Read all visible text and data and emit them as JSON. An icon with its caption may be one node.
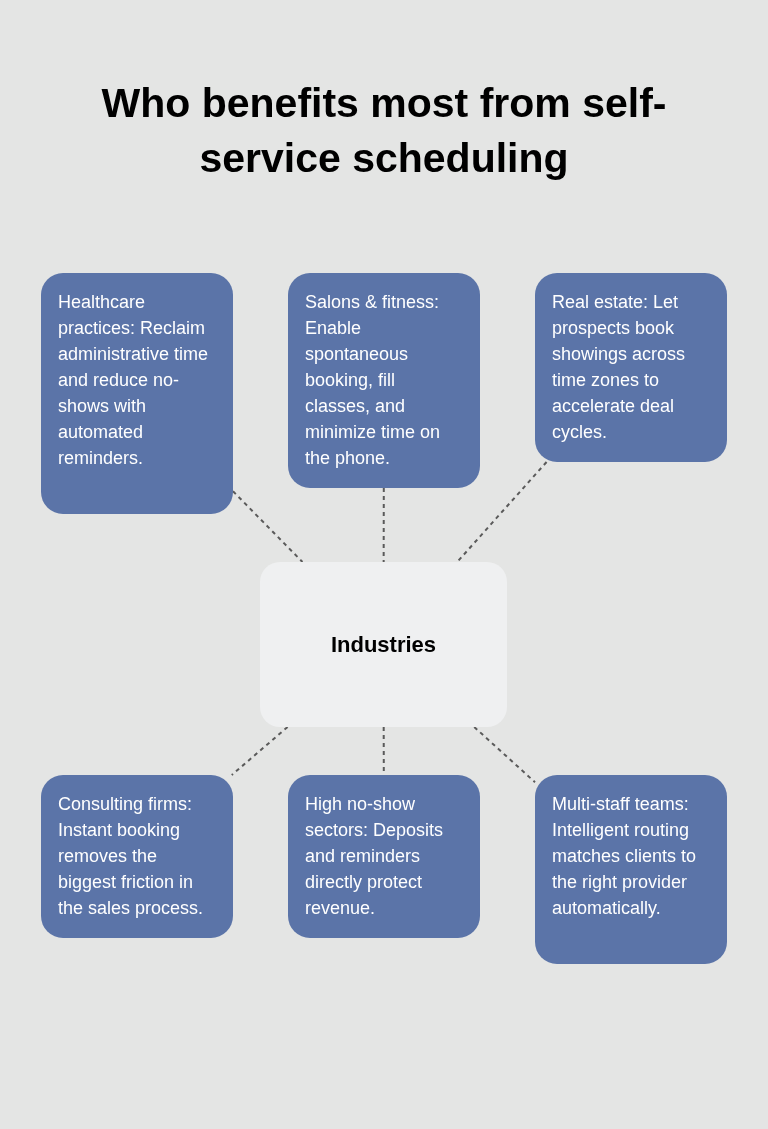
{
  "diagram": {
    "title": "Who benefits most from self-service scheduling",
    "nodes": [
      {
        "text": [
          "Healthcare practices: Reclaim administrative time and reduce no-shows with automated reminders."
        ]
      },
      {
        "text": [
          "Salons & fitness: Enable spontaneous booking, fill classes, and minimize time on the phone."
        ]
      },
      {
        "text": [
          "Real estate: Let prospects book showings across time zones to accelerate deal cycles."
        ]
      },
      {
        "text": [
          "Industries"
        ]
      },
      {
        "text": [
          "Consulting firms: Instant booking removes the biggest friction in the sales process."
        ]
      },
      {
        "text": [
          "High no-show sectors: Deposits and reminders directly protect revenue."
        ]
      },
      {
        "text": [
          "Multi-staff teams: Intelligent routing matches clients to the right provider automatically."
        ]
      }
    ],
    "edges": [
      {
        "from": 0,
        "to": 3,
        "arrow": "none",
        "style": "dashed"
      },
      {
        "from": 1,
        "to": 3,
        "arrow": "none",
        "style": "dashed"
      },
      {
        "from": 2,
        "to": 3,
        "arrow": "none",
        "style": "dashed"
      },
      {
        "from": 3,
        "to": 4,
        "arrow": "none",
        "style": "dashed"
      },
      {
        "from": 3,
        "to": 5,
        "arrow": "none",
        "style": "dashed"
      },
      {
        "from": 3,
        "to": 6,
        "arrow": "none",
        "style": "dashed"
      }
    ]
  }
}
